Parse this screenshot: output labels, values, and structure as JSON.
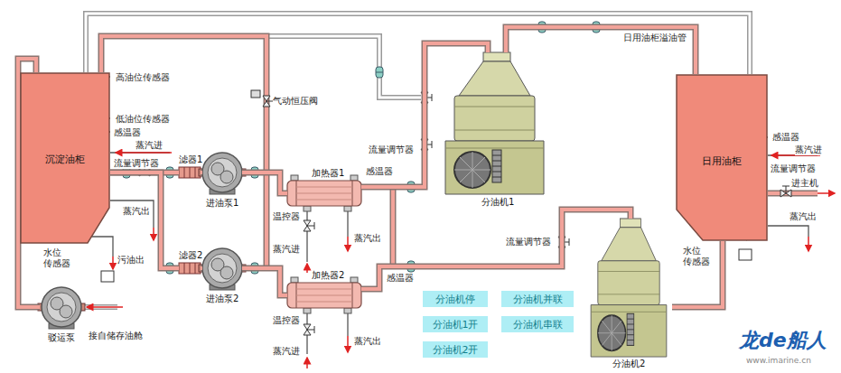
{
  "diagram": {
    "nodes": [
      {
        "text": [
          "沉淀油柜"
        ]
      },
      {
        "text": [
          "滤器1"
        ]
      },
      {
        "text": [
          "进油泵1"
        ]
      },
      {
        "text": [
          "加热器1"
        ]
      },
      {
        "text": [
          "分油机1"
        ]
      },
      {
        "text": [
          "日用油柜"
        ]
      },
      {
        "text": [
          "滤器2"
        ]
      },
      {
        "text": [
          "进油泵2"
        ]
      },
      {
        "text": [
          "加热器2"
        ]
      },
      {
        "text": [
          "分油机2"
        ]
      },
      {
        "text": [
          "驳运泵"
        ]
      },
      {
        "text": [
          "分油机停"
        ]
      },
      {
        "text": [
          "分油机并联"
        ]
      },
      {
        "text": [
          "分油机1开"
        ]
      },
      {
        "text": [
          "分油机串联"
        ]
      },
      {
        "text": [
          "分油机2开"
        ]
      }
    ],
    "edges": [
      {
        "from": 0,
        "to": 1,
        "arrow": "none"
      },
      {
        "from": 0,
        "to": 6,
        "arrow": "none"
      },
      {
        "from": 1,
        "to": 2,
        "arrow": "none"
      },
      {
        "from": 6,
        "to": 7,
        "arrow": "none"
      },
      {
        "from": 2,
        "to": 3,
        "arrow": "none"
      },
      {
        "from": 7,
        "to": 8,
        "arrow": "none"
      },
      {
        "from": 3,
        "to": 4,
        "arrow": "none"
      },
      {
        "from": 8,
        "to": 9,
        "arrow": "none"
      },
      {
        "from": 4,
        "to": 5,
        "arrow": "none"
      },
      {
        "from": 9,
        "to": 5,
        "arrow": "none"
      },
      {
        "from": 10,
        "to": 0,
        "arrow": "none"
      },
      {
        "from": 5,
        "to": 0,
        "arrow": "none"
      }
    ],
    "labels": [
      "高油位传感器",
      "低油位传感器",
      "感温器",
      "蒸汽进",
      "流量调节器",
      "蒸汽出",
      "水位 传感器",
      "污油出",
      "接自储存油舱",
      "气动恒压阀",
      "温控器",
      "蒸汽进",
      "蒸汽出",
      "感温器",
      "流量调节器",
      "温控器",
      "蒸汽进",
      "蒸汽出",
      "感温器",
      "流量调节器",
      "日用油柜溢油管",
      "感温器",
      "蒸汽进",
      "流量调节器",
      "进主机",
      "蒸汽出",
      "水位 传感器",
      "龙de船人",
      "www.imarine.cn"
    ]
  }
}
